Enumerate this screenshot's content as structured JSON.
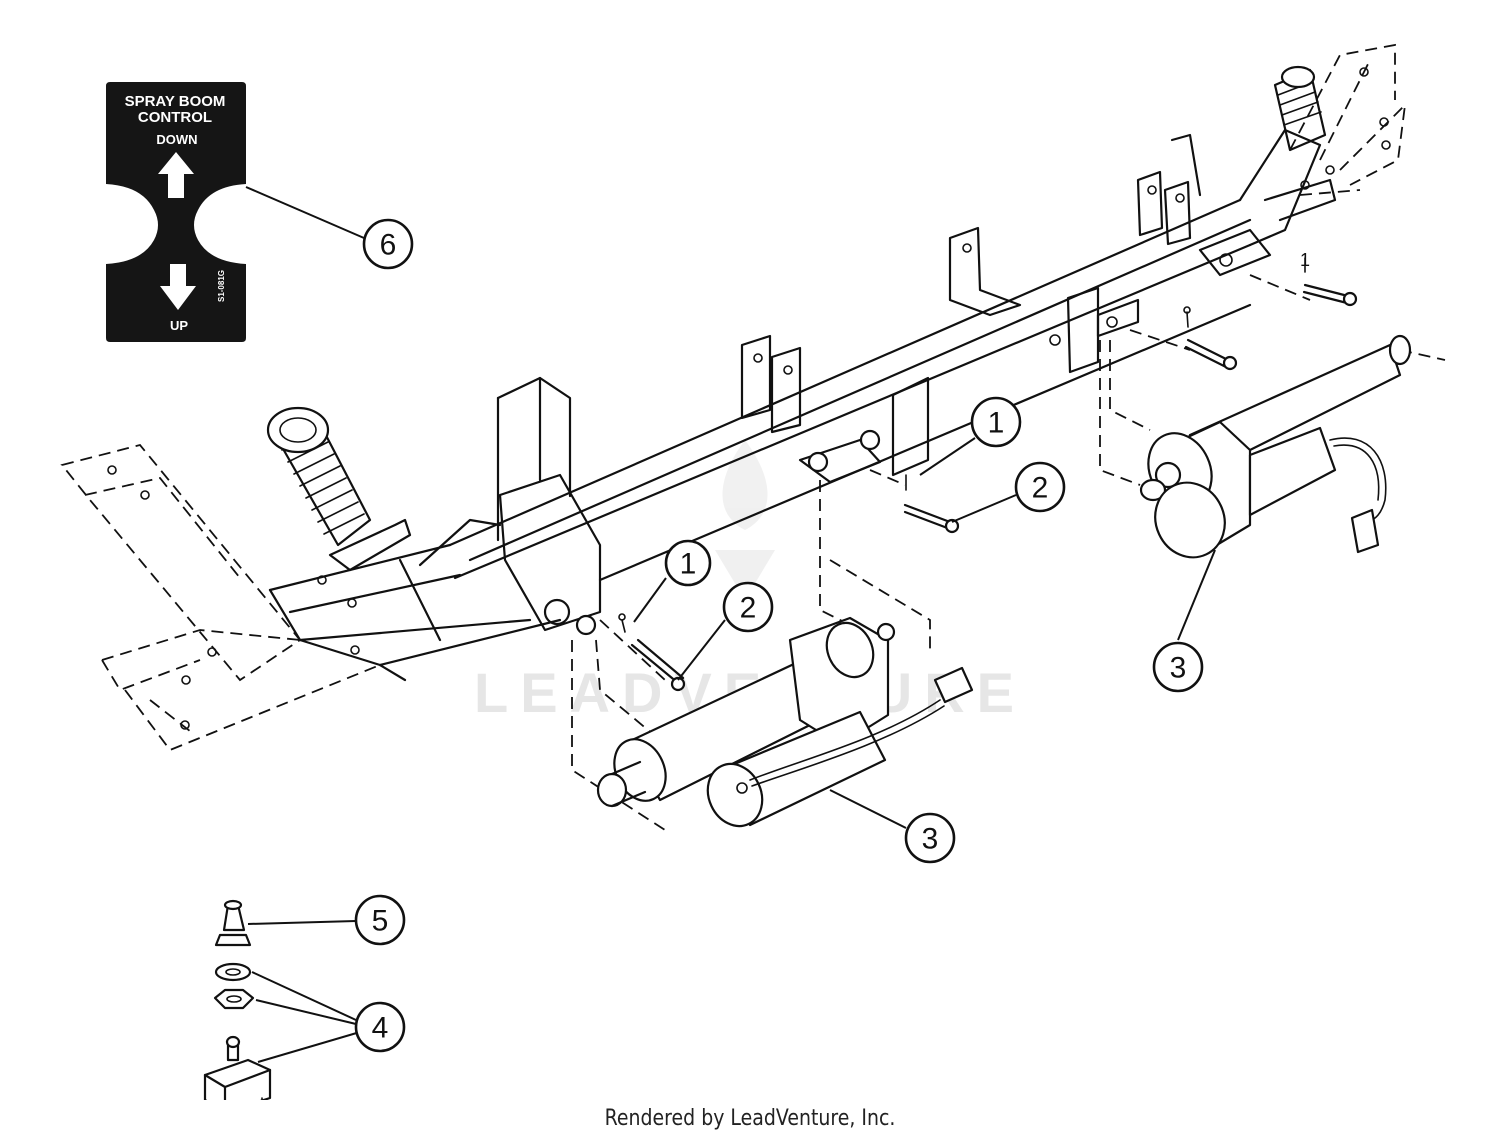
{
  "decal": {
    "line1": "SPRAY BOOM",
    "line2": "CONTROL",
    "down_label": "DOWN",
    "up_label": "UP",
    "part_code": "S1-081G"
  },
  "watermark": "LEADVENTURE",
  "callouts": [
    {
      "id": "callout-1a",
      "label": "1"
    },
    {
      "id": "callout-2a",
      "label": "2"
    },
    {
      "id": "callout-1b",
      "label": "1"
    },
    {
      "id": "callout-2b",
      "label": "2"
    },
    {
      "id": "callout-3a",
      "label": "3"
    },
    {
      "id": "callout-3b",
      "label": "3"
    },
    {
      "id": "callout-4",
      "label": "4"
    },
    {
      "id": "callout-5",
      "label": "5"
    },
    {
      "id": "callout-6",
      "label": "6"
    }
  ],
  "small_label": "1",
  "footer": "Rendered by LeadVenture, Inc."
}
